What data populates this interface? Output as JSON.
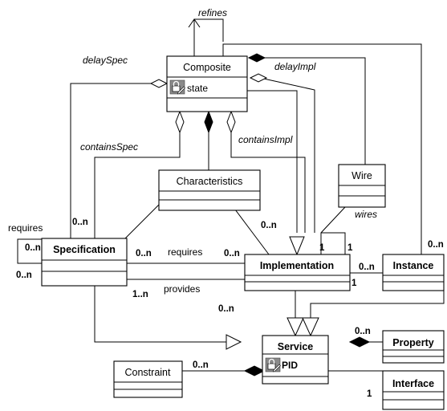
{
  "classes": {
    "composite": {
      "name": "Composite",
      "attribute": "state"
    },
    "characteristics": {
      "name": "Characteristics"
    },
    "wire": {
      "name": "Wire"
    },
    "specification": {
      "name": "Specification"
    },
    "implementation": {
      "name": "Implementation"
    },
    "instance": {
      "name": "Instance"
    },
    "service": {
      "name": "Service",
      "attribute": "PID"
    },
    "property": {
      "name": "Property"
    },
    "interface": {
      "name": "Interface"
    },
    "constraint": {
      "name": "Constraint"
    }
  },
  "labels": {
    "refines": "refines",
    "delay_spec": "delaySpec",
    "delay_impl": "delayImpl",
    "contains_spec": "containsSpec",
    "contains_impl": "containsImpl",
    "wires": "wires",
    "requires_self": "requires",
    "requires": "requires",
    "provides": "provides"
  },
  "multiplicities": {
    "spec_contains": "0..n",
    "impl_contains": "0..n",
    "requires_self_top": "0..n",
    "requires_self_bottom": "0..n",
    "spec_requires": "0..n",
    "impl_requires": "0..n",
    "spec_provides": "1..n",
    "wire_left": "1",
    "wire_right": "1",
    "impl_instance_right": "0..n",
    "impl_instance_left": "1",
    "instance_top": "0..n",
    "impl_service": "0..n",
    "service_property": "0..n",
    "constraint_service": "0..n",
    "service_interface": "1"
  },
  "icons": {
    "attribute_icon": "lock-pencil-icon"
  }
}
